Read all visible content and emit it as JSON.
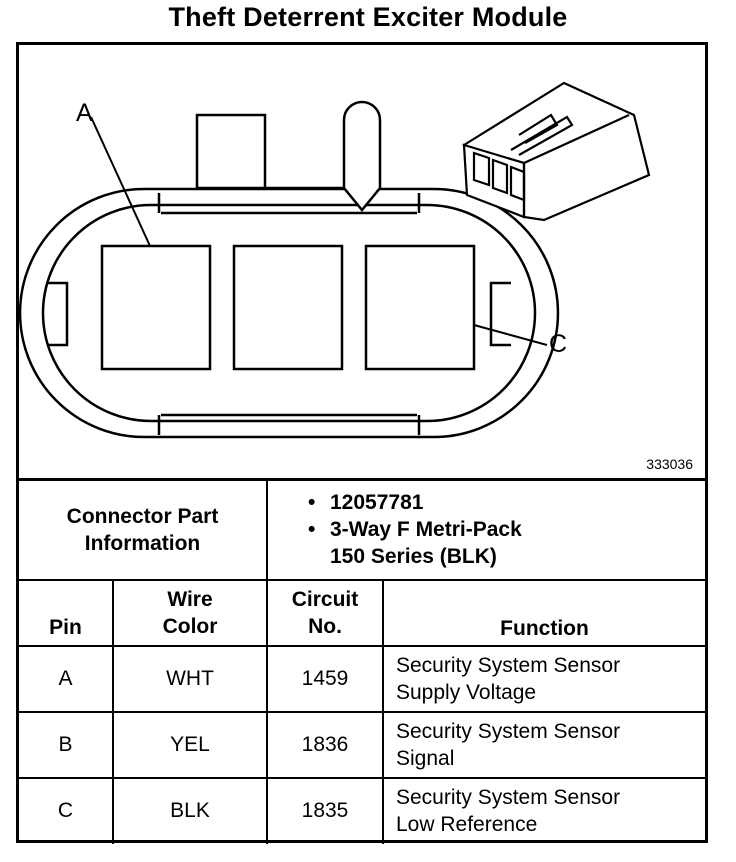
{
  "title": "Theft Deterrent Exciter Module",
  "diagram": {
    "label_a": "A",
    "label_c": "C",
    "figure_id": "333036"
  },
  "connector_info": {
    "label": "Connector Part Information",
    "part_number": "12057781",
    "description_line1": "3-Way F Metri-Pack",
    "description_line2": "150 Series (BLK)"
  },
  "table": {
    "headers": {
      "pin": "Pin",
      "wire_color_line1": "Wire",
      "wire_color_line2": "Color",
      "circuit_line1": "Circuit",
      "circuit_line2": "No.",
      "function": "Function"
    },
    "rows": [
      {
        "pin": "A",
        "wire_color": "WHT",
        "circuit": "1459",
        "function_line1": "Security System Sensor",
        "function_line2": "Supply Voltage"
      },
      {
        "pin": "B",
        "wire_color": "YEL",
        "circuit": "1836",
        "function_line1": "Security System Sensor",
        "function_line2": "Signal"
      },
      {
        "pin": "C",
        "wire_color": "BLK",
        "circuit": "1835",
        "function_line1": "Security System Sensor",
        "function_line2": "Low Reference"
      }
    ]
  }
}
